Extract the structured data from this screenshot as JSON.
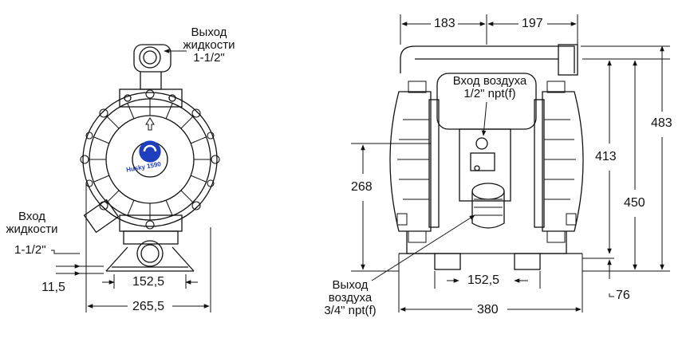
{
  "labels": {
    "fluid_outlet": {
      "l1": "Выход",
      "l2": "жидкости",
      "l3": "1-1/2\""
    },
    "fluid_inlet": {
      "l1": "Вход",
      "l2": "жидкости",
      "l3": "1-1/2\""
    },
    "air_inlet": {
      "l1": "Вход воздуха",
      "l2": "1/2\" npt(f)"
    },
    "air_exhaust": {
      "l1": "Выход",
      "l2": "воздуха",
      "l3": "3/4\" npt(f)"
    },
    "logo_text": "Husky 1590"
  },
  "dimensions": {
    "left_inlet_offset": "11,5",
    "left_base_mount": "152,5",
    "left_base_width": "265,5",
    "top_left": "183",
    "top_right": "197",
    "inlet_height": "268",
    "height_413": "413",
    "height_450": "450",
    "height_483": "483",
    "side_base_mount": "152,5",
    "side_base_width": "380",
    "side_base_offset": "76"
  },
  "colors": {
    "line": "#111111",
    "accent": "#1f3fbf"
  }
}
